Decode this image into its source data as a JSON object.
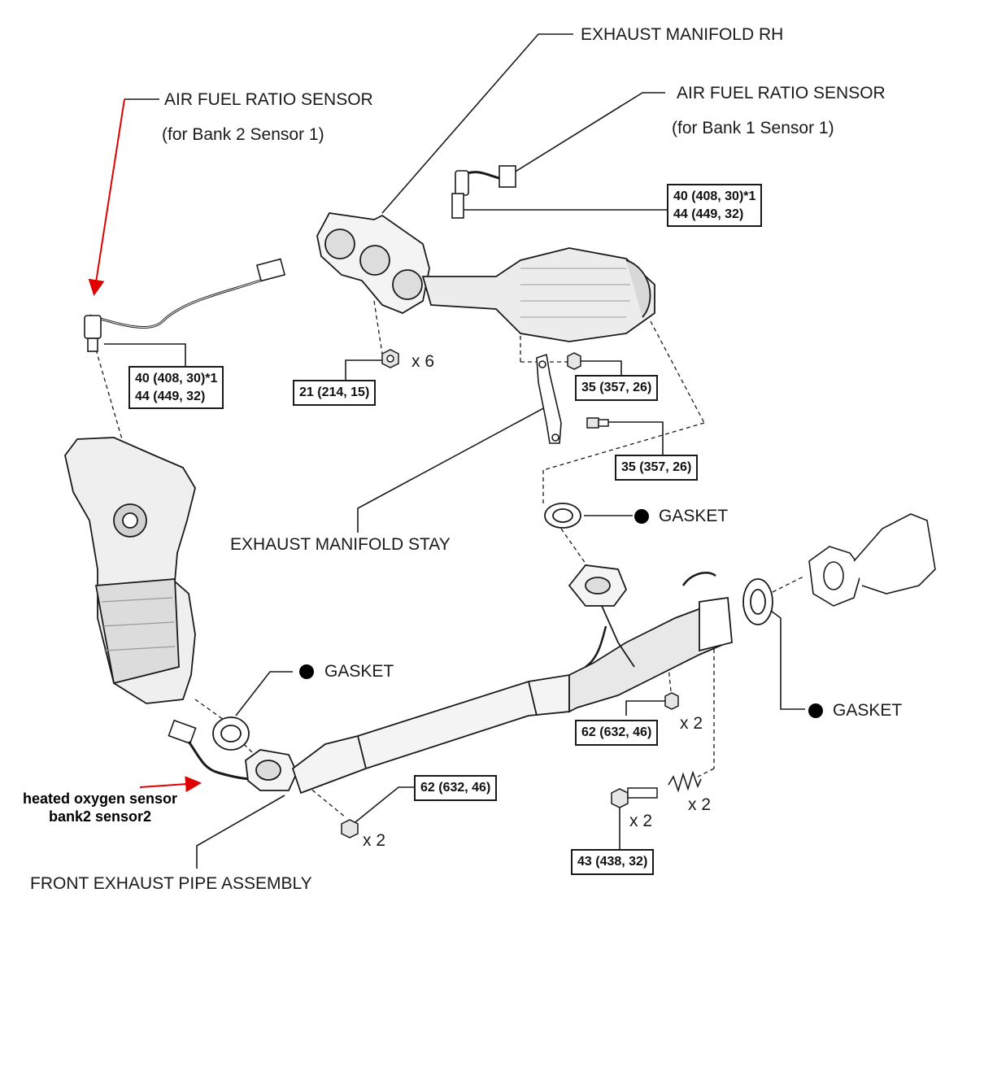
{
  "labels": {
    "exhaust_manifold_rh": "EXHAUST MANIFOLD RH",
    "afr_sensor_bank1_title": "AIR FUEL RATIO SENSOR",
    "afr_sensor_bank1_sub": "(for Bank 1 Sensor 1)",
    "afr_sensor_bank2_title": "AIR FUEL RATIO SENSOR",
    "afr_sensor_bank2_sub": "(for Bank 2 Sensor 1)",
    "exhaust_manifold_stay": "EXHAUST MANIFOLD STAY",
    "front_exhaust_pipe": "FRONT EXHAUST PIPE ASSEMBLY",
    "gasket_upper": "GASKET",
    "gasket_left": "GASKET",
    "gasket_right": "GASKET",
    "hos_line1": "heated oxygen sensor",
    "hos_line2": "bank2 sensor2"
  },
  "torque": {
    "bank1_sensor_l1": "40 (408, 30)*1",
    "bank1_sensor_l2": "44 (449, 32)",
    "bank2_sensor_l1": "40 (408, 30)*1",
    "bank2_sensor_l2": "44 (449, 32)",
    "manifold_nut": "21 (214, 15)",
    "stay_nut": "35 (357, 26)",
    "stay_bolt": "35 (357, 26)",
    "pipe_nut_right": "62 (632, 46)",
    "pipe_nut_left": "62 (632, 46)",
    "spring_bolt": "43 (438, 32)"
  },
  "quantities": {
    "manifold_nut_qty": "x 6",
    "pipe_nut_right_qty": "x 2",
    "pipe_nut_left_qty": "x 2",
    "spring_qty": "x 2",
    "bolt_qty": "x 2"
  },
  "colors": {
    "annotation_arrow": "#e00000",
    "line_art": "#1a1a1a",
    "shading": "#cfcfcf"
  }
}
